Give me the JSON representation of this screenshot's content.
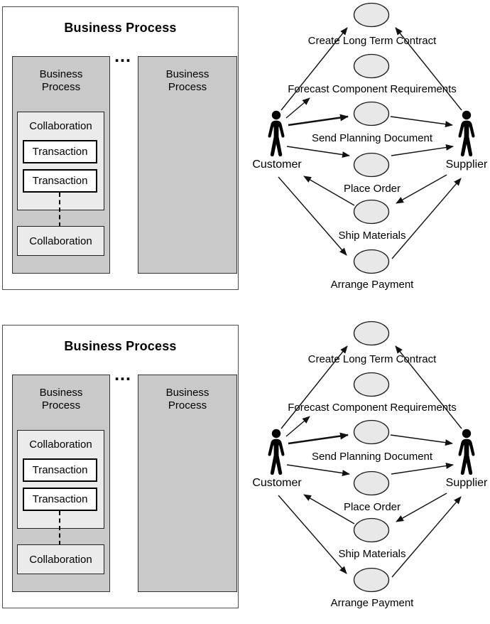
{
  "copies": 2,
  "process_panel": {
    "title": "Business Process",
    "subprocess_label": "Business Process",
    "ellipsis_dots": "...",
    "collaboration_top_label": "Collaboration",
    "transaction_labels": [
      "Transaction",
      "Transaction"
    ],
    "collaboration_bottom_label": "Collaboration"
  },
  "use_case_diagram": {
    "actor_left": "Customer",
    "actor_right": "Supplier",
    "use_cases": [
      "Create Long Term Contract",
      "Forecast Component Requirements",
      "Send Planning Document",
      "Place Order",
      "Ship Materials",
      "Arrange Payment"
    ],
    "edges": [
      {
        "from": "Customer",
        "to": "Create Long Term Contract",
        "style": "thin"
      },
      {
        "from": "Supplier",
        "to": "Create Long Term Contract",
        "style": "thin"
      },
      {
        "from": "Customer",
        "to": "Forecast Component Requirements",
        "style": "thin"
      },
      {
        "from": "Customer",
        "to": "Send Planning Document",
        "style": "bold"
      },
      {
        "from": "Send Planning Document",
        "to": "Supplier",
        "style": "thin"
      },
      {
        "from": "Customer",
        "to": "Place Order",
        "style": "thin"
      },
      {
        "from": "Place Order",
        "to": "Supplier",
        "style": "thin"
      },
      {
        "from": "Supplier",
        "to": "Ship Materials",
        "style": "thin"
      },
      {
        "from": "Ship Materials",
        "to": "Customer",
        "style": "thin"
      },
      {
        "from": "Customer",
        "to": "Arrange Payment",
        "style": "thin"
      },
      {
        "from": "Arrange Payment",
        "to": "Supplier",
        "style": "thin"
      }
    ]
  },
  "colors": {
    "subprocess_fill": "#c9c9c9",
    "collaboration_fill": "#ebebeb",
    "ellipse_fill": "#e8e8e8",
    "line_color": "#111111",
    "panel_border": "#4d4d4d"
  }
}
